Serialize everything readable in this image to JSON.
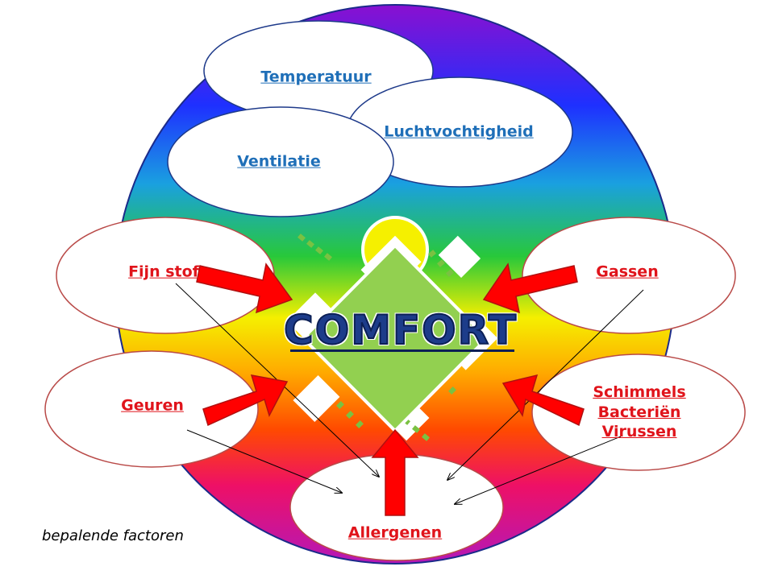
{
  "center_label": "COMFORT",
  "factors": {
    "temperatuur": "Temperatuur",
    "luchtvochtigheid": "Luchtvochtigheid",
    "ventilatie": "Ventilatie",
    "fijn_stof": "Fijn stof",
    "gassen": "Gassen",
    "geuren": "Geuren",
    "schimmels": "Schimmels",
    "bacterien": "Bacteriën",
    "virussen": "Virussen",
    "allergenen": "Allergenen"
  },
  "footnote": "bepalende factoren",
  "colors": {
    "positive_text": "#1f6fb8",
    "negative_text": "#e0141b",
    "arrow_fill": "#ff0000",
    "diamond_fill": "#92d050",
    "ellipse_stroke": "#b94a48"
  }
}
